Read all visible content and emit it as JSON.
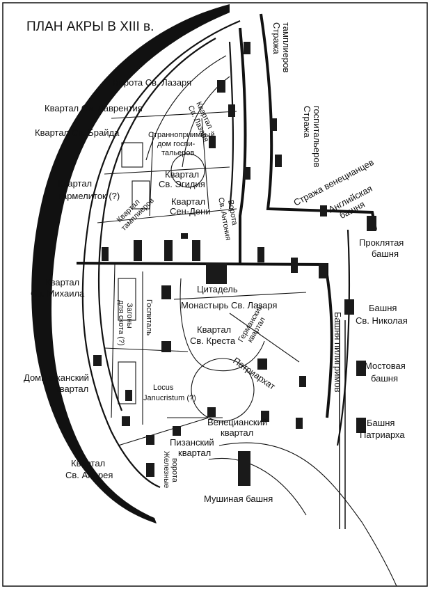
{
  "title": "ПЛАН АКРЫ В XIII в.",
  "labels": {
    "templar_guard": [
      "Стража",
      "тамплиеров"
    ],
    "st_lazarus_gate": "Ворота Св. Лазаря",
    "st_lawrence_quarter": "Квартал Св. Лаврентия",
    "st_bride_quarter": "Квартал Св. Брайда",
    "st_lazarus_quarter": [
      "Квартал",
      "Св. Лазаря"
    ],
    "hospitaller_hospice": [
      "Странноприимный",
      "дом госпи-",
      "тальеров"
    ],
    "hospitaller_guard": [
      "Стража",
      "госпитальеров"
    ],
    "st_egidius_quarter": [
      "Квартал",
      "Св. Эгидия"
    ],
    "venetian_guard": "Стража венецианцев",
    "english_tower": [
      "Английская",
      "башня"
    ],
    "carmelite_quarter": [
      "Квартал",
      "кармелиток (?)"
    ],
    "templar_quarter": [
      "Квартал",
      "тамплиеров"
    ],
    "saint_denis_quarter": [
      "Квартал",
      "Сен-Дени"
    ],
    "st_anthony_gate": [
      "Ворота",
      "Св. Антония"
    ],
    "cursed_tower": [
      "Проклятая",
      "башня"
    ],
    "citadel": "Цитадель",
    "st_michael_quarter": [
      "Квартал",
      "Св. Михаила"
    ],
    "lazarus_monastery": "Монастырь Св. Лазаря",
    "st_nicholas_tower": [
      "Башня",
      "Св. Николая"
    ],
    "cattle_pens": [
      "Загоны",
      "для скота (?)"
    ],
    "hospital": "Госпиталь",
    "holy_cross_quarter": [
      "Квартал",
      "Св. Креста"
    ],
    "german_quarter": [
      "Германский",
      "квартал"
    ],
    "pilgrims_tower": "Башня пилигримов",
    "bridge_tower": [
      "Мостовая",
      "башня"
    ],
    "patriarchate": "Патриархат",
    "dominican_quarter": [
      "Доминиканский",
      "квартал"
    ],
    "locus_janucristum": [
      "Locus",
      "Janucristum (?)"
    ],
    "venetian_quarter": [
      "Венецианский",
      "квартал"
    ],
    "patriarch_tower": [
      "Башня",
      "Патриарха"
    ],
    "pisan_quarter": [
      "Пизанский",
      "квартал"
    ],
    "st_andrew_quarter": [
      "Квартал",
      "Св. Андрея"
    ],
    "iron_gate": [
      "Железные",
      "ворота"
    ],
    "fly_tower": "Мушиная башня"
  }
}
